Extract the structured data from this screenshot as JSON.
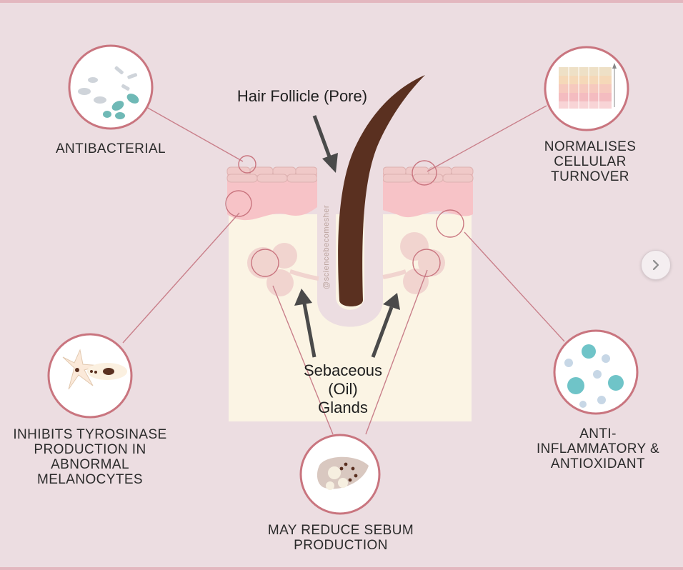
{
  "diagram": {
    "callouts": {
      "hair_follicle": "Hair Follicle (Pore)",
      "sebaceous": "Sebaceous\n(Oil)\nGlands"
    },
    "benefits": {
      "antibacterial": "ANTIBACTERIAL",
      "cellular_turnover": "NORMALISES\nCELLULAR\nTURNOVER",
      "tyrosinase": "INHIBITS TYROSINASE\nPRODUCTION IN\nABNORMAL\nMELANOCYTES",
      "anti_inflammatory": "ANTI-\nINFLAMMATORY &\nANTIOXIDANT",
      "sebum": "MAY REDUCE SEBUM\nPRODUCTION"
    },
    "watermark": "@sciencebecomesher"
  },
  "colors": {
    "background": "#ecdde1",
    "skin_top": "#f7c3c7",
    "dermis": "#fbf4e4",
    "hair": "#5a3020",
    "connector": "#c97f8a",
    "ring": "#c9757f"
  },
  "icons": {
    "next": "chevron-right-icon"
  }
}
